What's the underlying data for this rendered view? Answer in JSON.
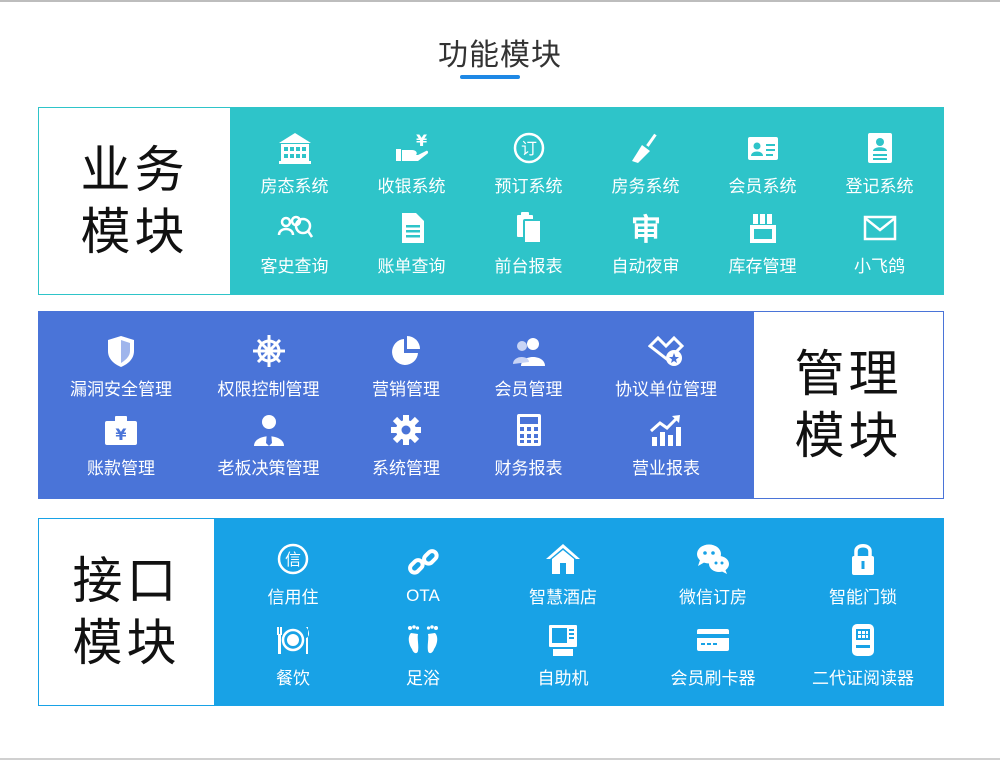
{
  "page_title": "功能模块",
  "business": {
    "label_line1": "业务",
    "label_line2": "模块",
    "items": [
      {
        "label": "房态系统",
        "icon": "building-icon"
      },
      {
        "label": "收银系统",
        "icon": "cash-hand-icon"
      },
      {
        "label": "预订系统",
        "icon": "booking-circle-icon"
      },
      {
        "label": "房务系统",
        "icon": "broom-icon"
      },
      {
        "label": "会员系统",
        "icon": "member-card-icon"
      },
      {
        "label": "登记系统",
        "icon": "id-card-icon"
      },
      {
        "label": "客史查询",
        "icon": "guest-search-icon"
      },
      {
        "label": "账单查询",
        "icon": "bill-document-icon"
      },
      {
        "label": "前台报表",
        "icon": "report-copy-icon"
      },
      {
        "label": "自动夜审",
        "icon": "audit-icon"
      },
      {
        "label": "库存管理",
        "icon": "inventory-box-icon"
      },
      {
        "label": "小飞鸽",
        "icon": "envelope-icon"
      }
    ]
  },
  "management": {
    "label_line1": "管理",
    "label_line2": "模块",
    "items": [
      {
        "label": "漏洞安全管理",
        "icon": "shield-icon"
      },
      {
        "label": "权限控制管理",
        "icon": "helm-wheel-icon"
      },
      {
        "label": "营销管理",
        "icon": "pie-chart-icon"
      },
      {
        "label": "会员管理",
        "icon": "users-icon"
      },
      {
        "label": "协议单位管理",
        "icon": "handshake-icon"
      },
      {
        "label": "账款管理",
        "icon": "money-bag-icon"
      },
      {
        "label": "老板决策管理",
        "icon": "boss-icon"
      },
      {
        "label": "系统管理",
        "icon": "gear-icon"
      },
      {
        "label": "财务报表",
        "icon": "calculator-icon"
      },
      {
        "label": "营业报表",
        "icon": "growth-chart-icon"
      }
    ]
  },
  "interface": {
    "label_line1": "接口",
    "label_line2": "模块",
    "items": [
      {
        "label": "信用住",
        "icon": "credit-circle-icon",
        "glyph": "信"
      },
      {
        "label": "OTA",
        "icon": "chain-link-icon"
      },
      {
        "label": "智慧酒店",
        "icon": "house-icon"
      },
      {
        "label": "微信订房",
        "icon": "wechat-icon"
      },
      {
        "label": "智能门锁",
        "icon": "lock-icon"
      },
      {
        "label": "餐饮",
        "icon": "dining-icon"
      },
      {
        "label": "足浴",
        "icon": "footprint-icon"
      },
      {
        "label": "自助机",
        "icon": "kiosk-icon"
      },
      {
        "label": "会员刷卡器",
        "icon": "card-reader-icon"
      },
      {
        "label": "二代证阅读器",
        "icon": "id-reader-icon"
      }
    ]
  }
}
